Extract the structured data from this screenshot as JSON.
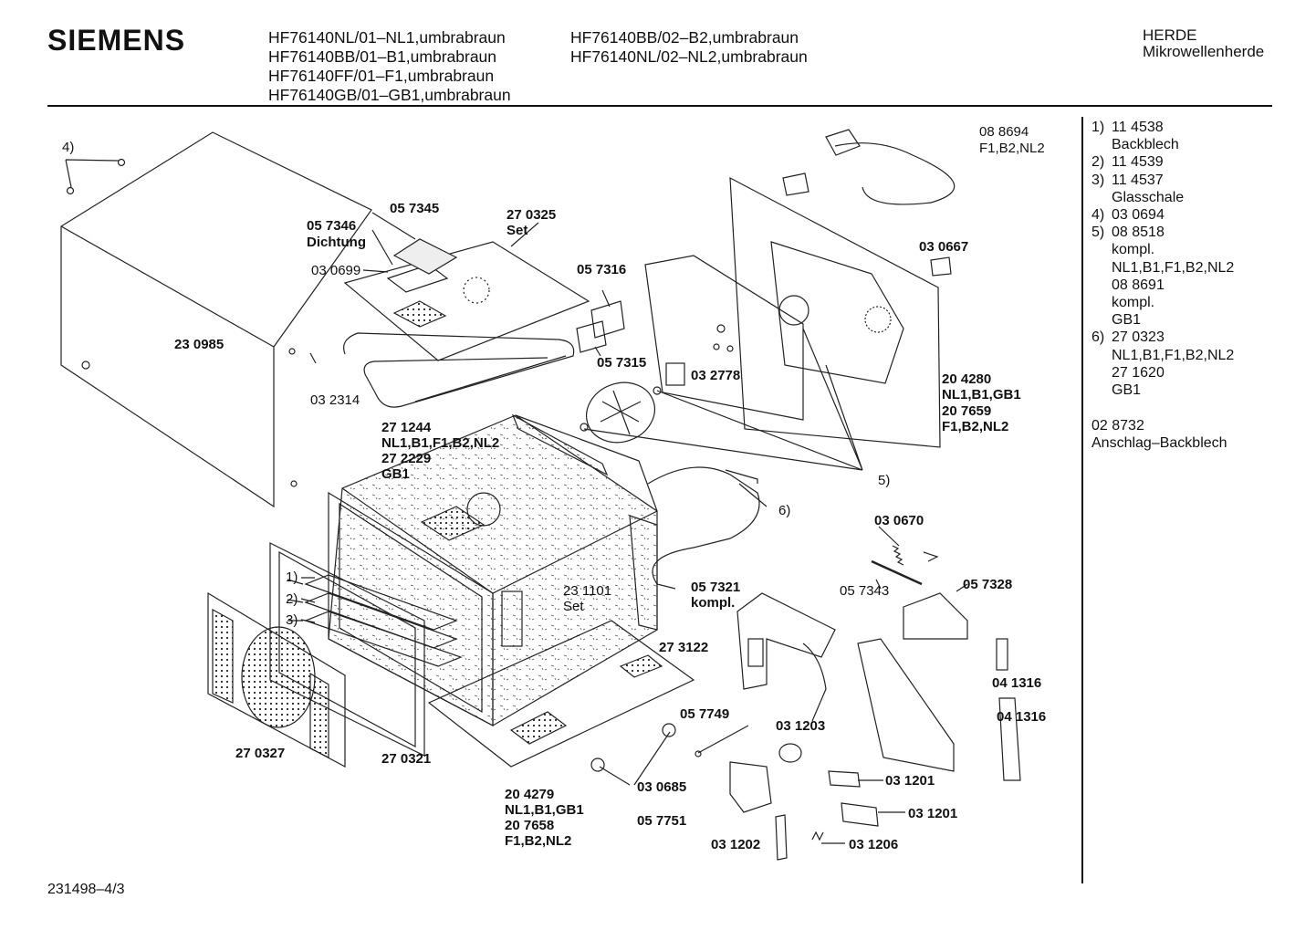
{
  "brand": "SIEMENS",
  "models_col1": [
    "HF76140NL/01–NL1,umbrabraun",
    "HF76140BB/01–B1,umbrabraun",
    "HF76140FF/01–F1,umbrabraun",
    "HF76140GB/01–GB1,umbrabraun"
  ],
  "models_col2": [
    "HF76140BB/02–B2,umbrabraun",
    "HF76140NL/02–NL2,umbrabraun"
  ],
  "category": [
    "HERDE",
    "Mikrowellenherde"
  ],
  "notes": [
    {
      "num": "1)",
      "text": "11 4538"
    },
    {
      "num": "",
      "text": "Backblech"
    },
    {
      "num": "2)",
      "text": "11 4539"
    },
    {
      "num": "3)",
      "text": "11 4537"
    },
    {
      "num": "",
      "text": "Glasschale"
    },
    {
      "num": "4)",
      "text": "03 0694"
    },
    {
      "num": "5)",
      "text": "08 8518"
    },
    {
      "num": "",
      "text": "kompl."
    },
    {
      "num": "",
      "text": "NL1,B1,F1,B2,NL2"
    },
    {
      "num": "",
      "text": "08 8691"
    },
    {
      "num": "",
      "text": "kompl."
    },
    {
      "num": "",
      "text": "GB1"
    },
    {
      "num": "6)",
      "text": "27 0323"
    },
    {
      "num": "",
      "text": "NL1,B1,F1,B2,NL2"
    },
    {
      "num": "",
      "text": "27 1620"
    },
    {
      "num": "",
      "text": "GB1"
    }
  ],
  "notes_extra": [
    "02 8732",
    "Anschlag–Backblech"
  ],
  "footer": "231498–4/3",
  "labels": {
    "l4": "4)",
    "p057345": "05 7345",
    "p057346": "05 7346",
    "dichtung": "Dichtung",
    "p270325": "27 0325",
    "set1": "Set",
    "p030699": "03 0699",
    "p057316": "05 7316",
    "p230985": "23 0985",
    "p057315": "05 7315",
    "p032778": "03 2778",
    "p032314": "03 2314",
    "p271244": "27 1244",
    "nl1full": "NL1,B1,F1,B2,NL2",
    "p272229": "27 2229",
    "gb1": "GB1",
    "p088694": "08 8694",
    "f1b2nl2": "F1,B2,NL2",
    "p030667": "03 0667",
    "p204280": "20 4280",
    "nl1b1gb1a": "NL1,B1,GB1",
    "p207659": "20 7659",
    "f1b2nl2b": "F1,B2,NL2",
    "l5": "5)",
    "l6": "6)",
    "p030670": "03 0670",
    "l1": "1)",
    "l2": "2)",
    "l3": "3)",
    "p231101": "23 1101",
    "set2": "Set",
    "p057321": "05 7321",
    "kompl": "kompl.",
    "p057343": "05 7343",
    "p057328": "05 7328",
    "p273122": "27 3122",
    "p041316a": "04 1316",
    "p041316b": "04 1316",
    "p057749": "05 7749",
    "p031203": "03 1203",
    "p270327": "27 0327",
    "p270321": "27 0321",
    "p030685": "03 0685",
    "p031201a": "03 1201",
    "p031201b": "03 1201",
    "p204279": "20 4279",
    "nl1b1gb1b": "NL1,B1,GB1",
    "p207658": "20 7658",
    "f1b2nl2c": "F1,B2,NL2",
    "p057751": "05 7751",
    "p031202": "03 1202",
    "p031206": "03 1206"
  }
}
